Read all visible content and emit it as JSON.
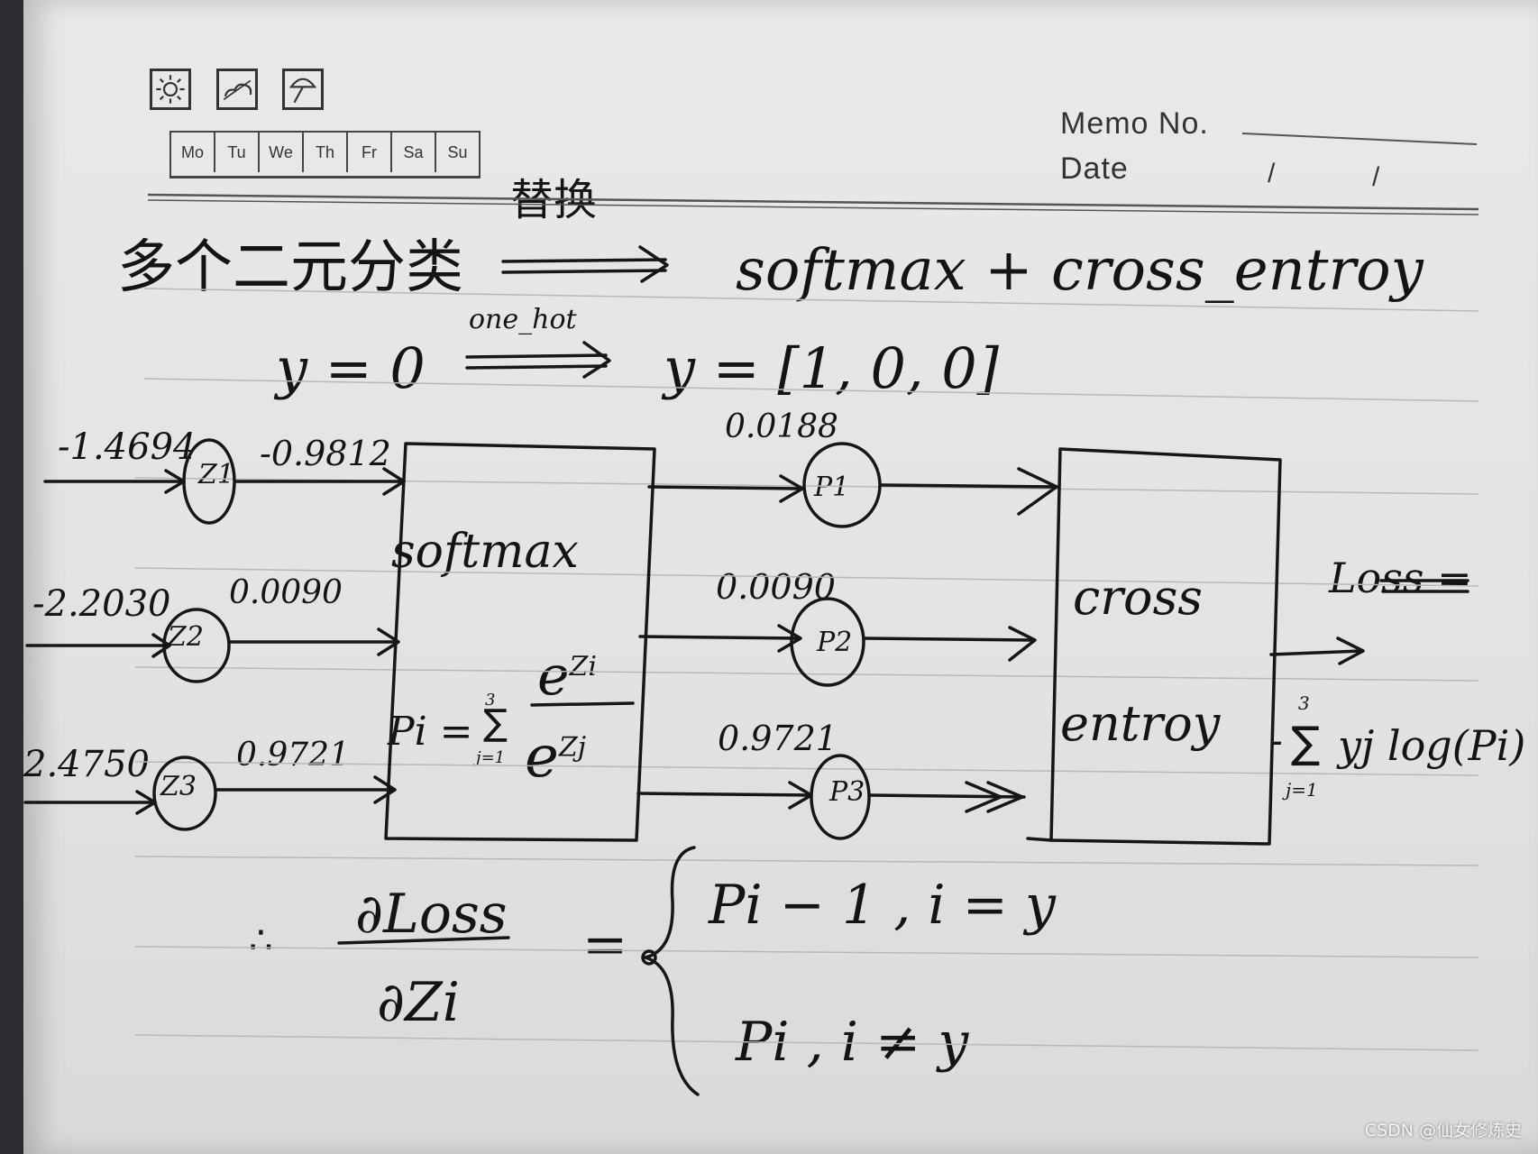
{
  "memo_header": {
    "weather_icons": [
      "sun-icon",
      "cloud-sun-icon",
      "umbrella-icon"
    ],
    "weekdays": [
      "Mo",
      "Tu",
      "We",
      "Th",
      "Fr",
      "Sa",
      "Su"
    ],
    "memo_no_label": "Memo No.",
    "date_label": "Date",
    "date_separators": [
      "/",
      "/"
    ]
  },
  "notes": {
    "line1_left": "多个二元分类",
    "line1_arrow": "替换",
    "line1_right": "softmax + cross_entroy",
    "line2_left": "y = 0",
    "line2_arrow": "one_hot",
    "line2_right": "y = [1, 0, 0]"
  },
  "diagram": {
    "inputs": [
      {
        "value": "-1.4694",
        "node": "Z1",
        "exp": "-0.9812"
      },
      {
        "value": "-2.2030",
        "node": "Z2",
        "exp": "0.0090"
      },
      {
        "value": "2.4750",
        "node": "Z3",
        "exp": "0.9721"
      }
    ],
    "softmax_label": "softmax",
    "softmax_formula": {
      "lhs": "Pi =",
      "numerator": "e",
      "numerator_sup": "Zi",
      "sum_top": "3",
      "sum_bottom": "j=1",
      "denominator": "e",
      "denominator_sup": "Zj"
    },
    "outputs": [
      {
        "value": "0.0188",
        "node": "P1"
      },
      {
        "value": "0.0090",
        "node": "P2"
      },
      {
        "value": "0.9721",
        "node": "P3"
      }
    ],
    "cross_entropy_label_1": "cross",
    "cross_entropy_label_2": "entroy",
    "loss_label": "Loss =",
    "loss_formula": {
      "minus": "-",
      "sum_top": "3",
      "sum_bottom": "j=1",
      "body": "yj log(Pi)"
    }
  },
  "gradient": {
    "prefix": "∴",
    "numerator": "∂Loss",
    "denominator": "∂Zi",
    "equals": "=",
    "case1": "Pi − 1 ,   i = y",
    "case2": "Pi ,   i ≠ y"
  },
  "watermark": "CSDN @仙女修炼史"
}
